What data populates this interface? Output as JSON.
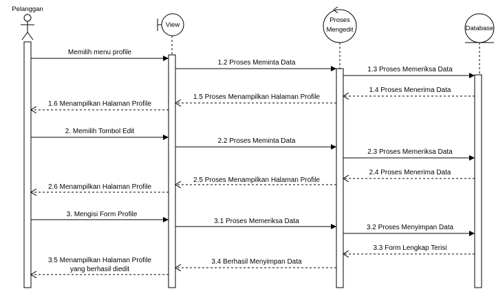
{
  "participants": [
    {
      "id": "pelanggan",
      "kind": "actor",
      "label": "Pelanggan"
    },
    {
      "id": "view",
      "kind": "boundary",
      "label": "View"
    },
    {
      "id": "proses",
      "kind": "control",
      "label_lines": [
        "Proses",
        "Mengedit"
      ]
    },
    {
      "id": "database",
      "kind": "entity",
      "label": "Database"
    }
  ],
  "messages": [
    {
      "from": "pelanggan",
      "to": "view",
      "type": "sync",
      "label": "Memilih menu profile"
    },
    {
      "from": "view",
      "to": "proses",
      "type": "sync",
      "label": "1.2 Proses Meminta Data"
    },
    {
      "from": "proses",
      "to": "database",
      "type": "sync",
      "label": "1.3 Proses Memeriksa Data"
    },
    {
      "from": "database",
      "to": "proses",
      "type": "return",
      "label": "1.4 Proses Menerima Data"
    },
    {
      "from": "proses",
      "to": "view",
      "type": "return",
      "label": "1.5 Proses Menampilkan Halaman Profile"
    },
    {
      "from": "view",
      "to": "pelanggan",
      "type": "return",
      "label": "1.6 Menampilkan Halaman Profile"
    },
    {
      "from": "pelanggan",
      "to": "view",
      "type": "sync",
      "label": "2. Memilih Tombol Edit"
    },
    {
      "from": "view",
      "to": "proses",
      "type": "sync",
      "label": "2.2 Proses Meminta Data"
    },
    {
      "from": "proses",
      "to": "database",
      "type": "sync",
      "label": "2.3 Proses Memeriksa Data"
    },
    {
      "from": "database",
      "to": "proses",
      "type": "return",
      "label": "2.4 Proses Menerima Data"
    },
    {
      "from": "proses",
      "to": "view",
      "type": "return",
      "label": "2.5 Proses Menampilkan Halaman Profile"
    },
    {
      "from": "view",
      "to": "pelanggan",
      "type": "return",
      "label": "2.6 Menampilkan Halaman Profile"
    },
    {
      "from": "pelanggan",
      "to": "view",
      "type": "sync",
      "label": "3. Mengisi Form Profile"
    },
    {
      "from": "view",
      "to": "proses",
      "type": "sync",
      "label": "3.1 Proses Memeriksa Data"
    },
    {
      "from": "proses",
      "to": "database",
      "type": "sync",
      "label": "3.2 Proses Menyimpan Data"
    },
    {
      "from": "database",
      "to": "proses",
      "type": "return",
      "label": "3.3 Form  Lengkap Terisi"
    },
    {
      "from": "proses",
      "to": "view",
      "type": "return",
      "label": "3.4 Berhasil Menyimpan Data"
    },
    {
      "from": "view",
      "to": "pelanggan",
      "type": "return",
      "label_lines": [
        "3.5 Menampilkan Halaman Profile",
        "yang berhasil diedit"
      ]
    }
  ]
}
